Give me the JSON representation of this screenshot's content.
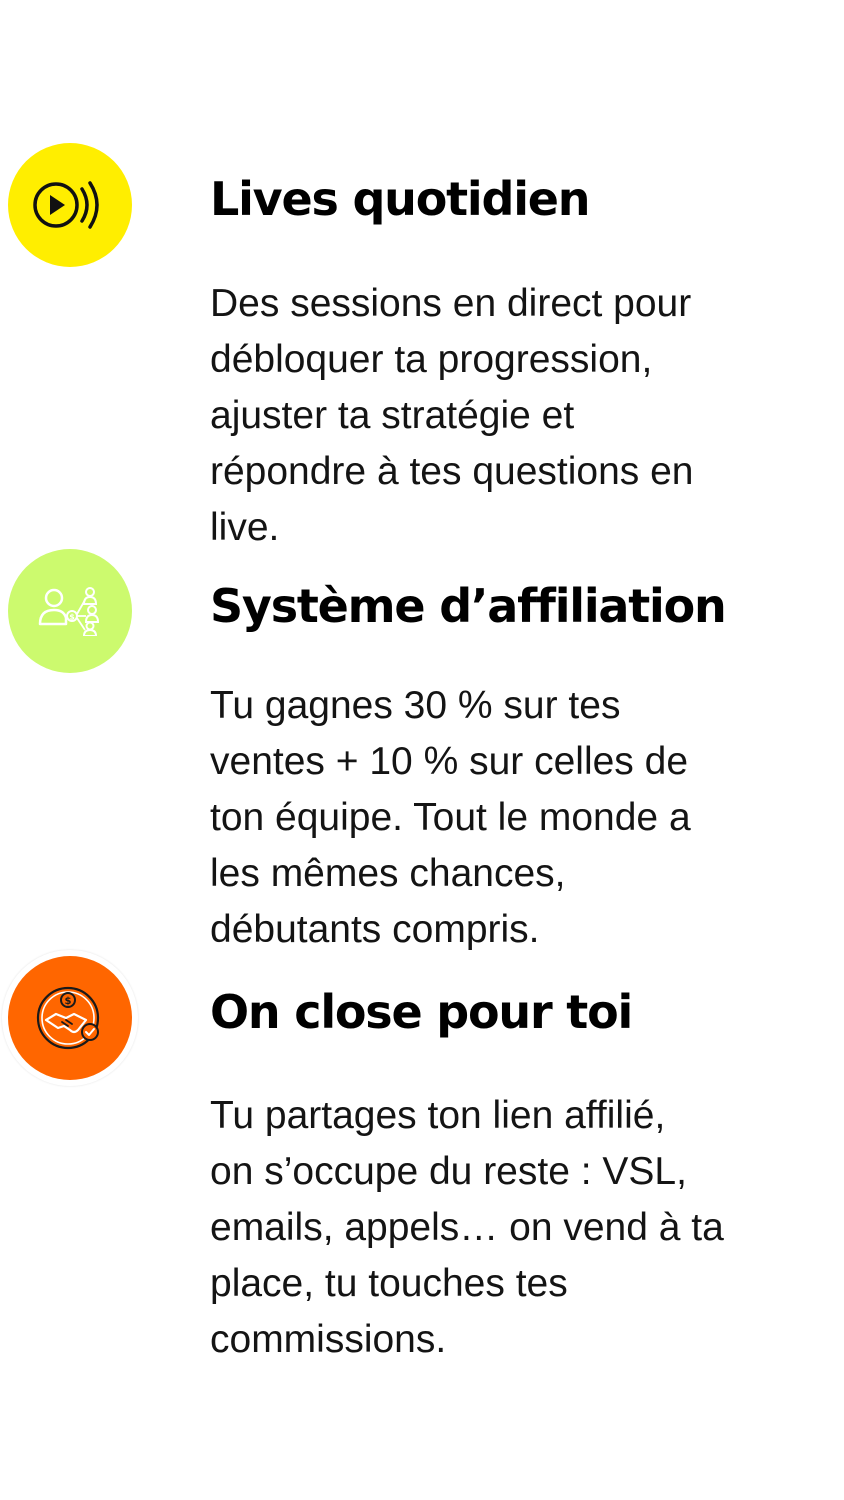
{
  "features": [
    {
      "title": "Lives quotidien",
      "icon": "live-stream-icon",
      "icon_bg": "#ffee00",
      "lines": [
        "Des sessions en direct pour",
        "débloquer ta progression,",
        "ajuster ta stratégie et",
        "répondre à tes questions en",
        "live."
      ]
    },
    {
      "title": "Système d’affiliation",
      "icon": "affiliate-network-icon",
      "icon_bg": "#ccfa6e",
      "lines": [
        "Tu gagnes 30 % sur tes",
        "ventes + 10 % sur celles de",
        "ton équipe. Tout le monde a",
        "les mêmes chances,",
        "débutants compris."
      ]
    },
    {
      "title": "On close pour toi",
      "icon": "handshake-deal-icon",
      "icon_bg": "#ff6600",
      "lines": [
        "Tu partages ton lien affilié,",
        "on s’occupe du reste : VSL,",
        "emails, appels… on vend à ta",
        "place, tu touches tes",
        "commissions."
      ]
    }
  ]
}
